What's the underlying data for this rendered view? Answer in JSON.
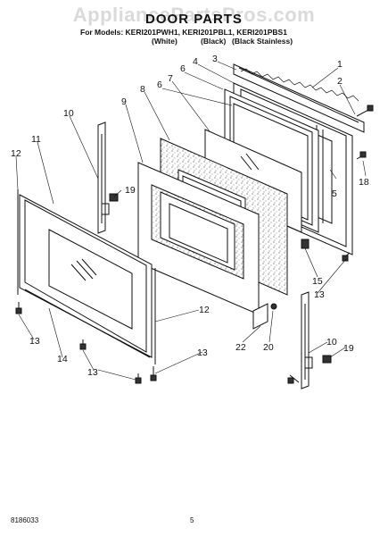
{
  "watermark": "AppliancePartsPros.com",
  "title": "DOOR PARTS",
  "models_line": "For Models: KERI201PWH1, KERI201PBL1, KERI201PBS1",
  "color_labels": [
    "(White)",
    "(Black)",
    "(Black Stainless)"
  ],
  "callouts": {
    "c1": "1",
    "c2": "2",
    "c3": "3",
    "c4": "4",
    "c5": "5",
    "c6a": "6",
    "c6b": "6",
    "c7": "7",
    "c8": "8",
    "c9": "9",
    "c10a": "10",
    "c10b": "10",
    "c11": "11",
    "c12a": "12",
    "c12b": "12",
    "c13a": "13",
    "c13b": "13",
    "c13c": "13",
    "c13d": "13",
    "c14": "14",
    "c15": "15",
    "c18": "18",
    "c19a": "19",
    "c19b": "19",
    "c20": "20",
    "c22": "22"
  },
  "footer": {
    "part_number": "8186033",
    "page": "5"
  }
}
